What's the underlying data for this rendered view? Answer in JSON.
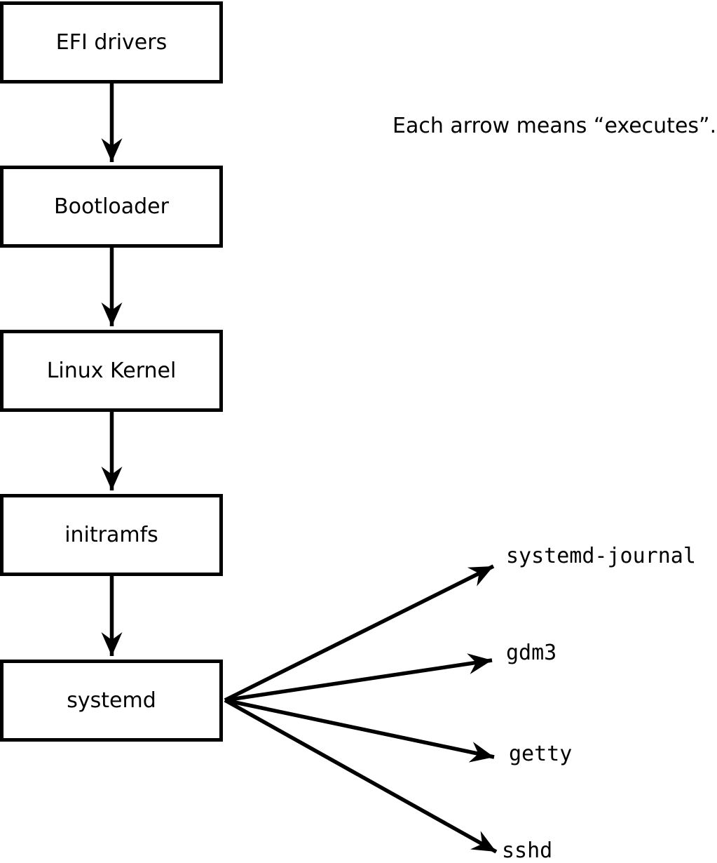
{
  "diagram": {
    "caption": "Each arrow means “executes”.",
    "arrow_meaning": "executes",
    "chain": [
      {
        "label": "EFI drivers"
      },
      {
        "label": "Bootloader"
      },
      {
        "label": "Linux Kernel"
      },
      {
        "label": "initramfs"
      },
      {
        "label": "systemd"
      }
    ],
    "spawned": [
      {
        "label": "systemd-journal"
      },
      {
        "label": "gdm3"
      },
      {
        "label": "getty"
      },
      {
        "label": "sshd"
      }
    ],
    "edges": [
      {
        "from": "EFI drivers",
        "to": "Bootloader"
      },
      {
        "from": "Bootloader",
        "to": "Linux Kernel"
      },
      {
        "from": "Linux Kernel",
        "to": "initramfs"
      },
      {
        "from": "initramfs",
        "to": "systemd"
      },
      {
        "from": "systemd",
        "to": "systemd-journal"
      },
      {
        "from": "systemd",
        "to": "gdm3"
      },
      {
        "from": "systemd",
        "to": "getty"
      },
      {
        "from": "systemd",
        "to": "sshd"
      }
    ]
  },
  "colors": {
    "ink": "#000000",
    "background": "#ffffff",
    "node_fill": "#ffffff"
  }
}
